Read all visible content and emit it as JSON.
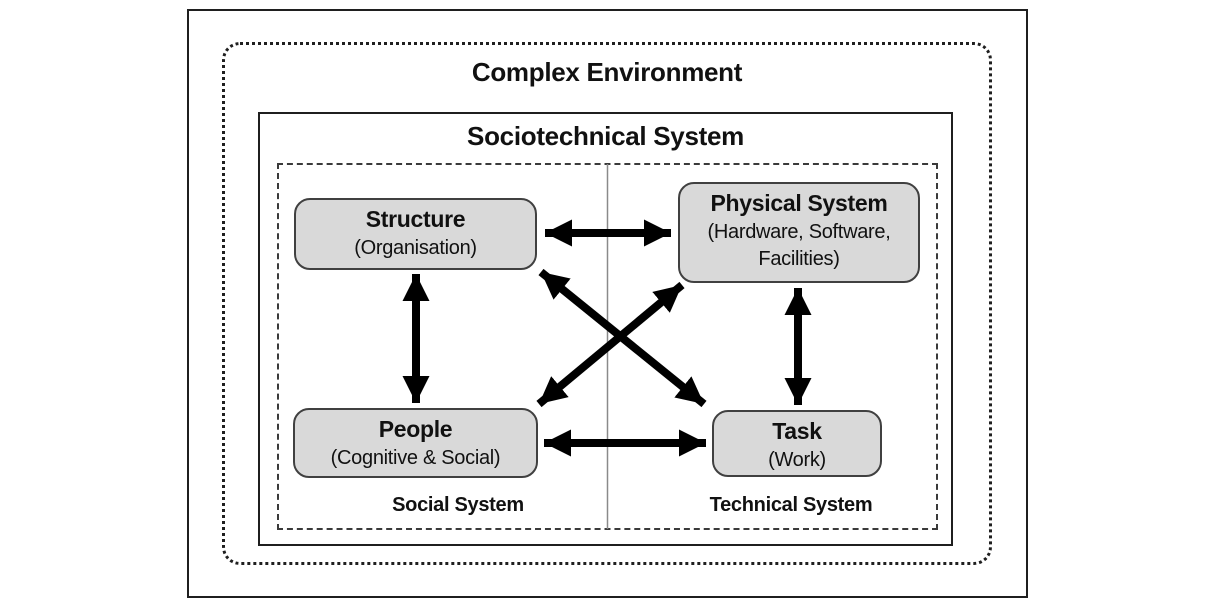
{
  "diagram": {
    "environment_label": "Complex Environment",
    "system_label": "Sociotechnical System",
    "nodes": [
      {
        "id": "structure",
        "title": "Structure",
        "subtitle": "(Organisation)",
        "group": "social"
      },
      {
        "id": "physical-system",
        "title": "Physical System",
        "subtitle": "(Hardware, Software,\nFacilities)",
        "group": "technical"
      },
      {
        "id": "people",
        "title": "People",
        "subtitle": "(Cognitive & Social)",
        "group": "social"
      },
      {
        "id": "task",
        "title": "Task",
        "subtitle": "(Work)",
        "group": "technical"
      }
    ],
    "groups": [
      {
        "id": "social",
        "label": "Social System"
      },
      {
        "id": "technical",
        "label": "Technical System"
      }
    ],
    "edges": [
      {
        "from": "structure",
        "to": "physical-system",
        "bidirectional": true
      },
      {
        "from": "structure",
        "to": "people",
        "bidirectional": true
      },
      {
        "from": "physical-system",
        "to": "task",
        "bidirectional": true
      },
      {
        "from": "people",
        "to": "task",
        "bidirectional": true
      },
      {
        "from": "structure",
        "to": "task",
        "bidirectional": true
      },
      {
        "from": "people",
        "to": "physical-system",
        "bidirectional": true
      }
    ],
    "colors": {
      "node_fill": "#d9d9d9",
      "node_border": "#404040",
      "arrow": "#000000",
      "frame": "#1f1f1f"
    }
  }
}
